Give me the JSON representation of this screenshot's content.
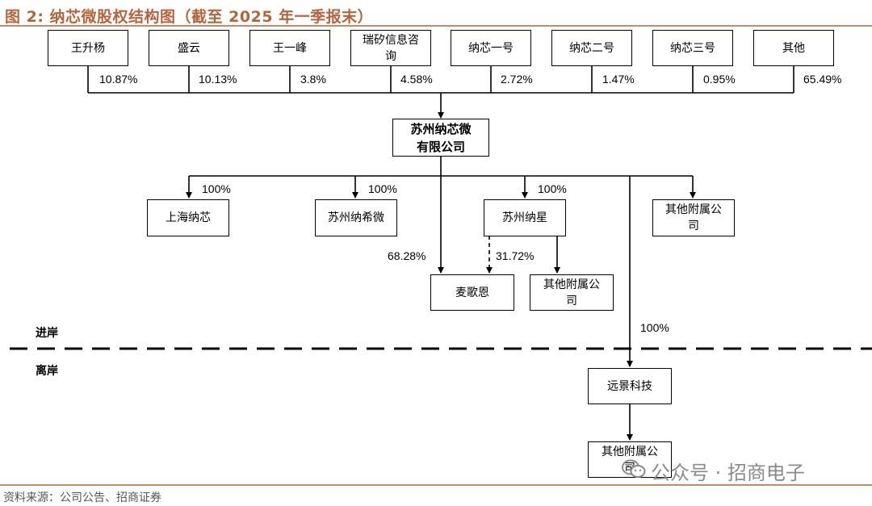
{
  "title": "图 2: 纳芯微股权结构图（截至 2025 年一季报末）",
  "shareholders": [
    {
      "name": "王升杨",
      "stake": "10.87%"
    },
    {
      "name": "盛云",
      "stake": "10.13%"
    },
    {
      "name": "王一峰",
      "stake": "3.8%"
    },
    {
      "name": "瑞矽信息咨询",
      "stake": "4.58%"
    },
    {
      "name": "纳芯一号",
      "stake": "2.72%"
    },
    {
      "name": "纳芯二号",
      "stake": "1.47%"
    },
    {
      "name": "纳芯三号",
      "stake": "0.95%"
    },
    {
      "name": "其他",
      "stake": "65.49%"
    }
  ],
  "company": "苏州纳芯微有限公司",
  "subsidiaries": {
    "shanghai": {
      "name": "上海纳芯",
      "stake": "100%"
    },
    "suzhou_naxiwei": {
      "name": "苏州纳希微",
      "stake": "100%"
    },
    "suzhou_naxing": {
      "name": "苏州纳星",
      "stake": "100%"
    },
    "other_affiliates": {
      "name": "其他附属公司"
    },
    "maigesi": {
      "name": "麦歌恩",
      "stake_direct": "68.28%",
      "stake_via_naxing": "31.72%"
    },
    "naxing_affiliates": {
      "name": "其他附属公司"
    },
    "yuanjing": {
      "name": "远景科技",
      "stake": "100%"
    },
    "yuanjing_affiliates": {
      "name": "其他附属公司"
    }
  },
  "zones": {
    "onshore": "进岸",
    "offshore": "离岸"
  },
  "source": "资料来源：公司公告、招商证券",
  "watermark": "公众号 · 招商电子",
  "colors": {
    "title": "#b5653b",
    "rule": "#c58a67"
  }
}
